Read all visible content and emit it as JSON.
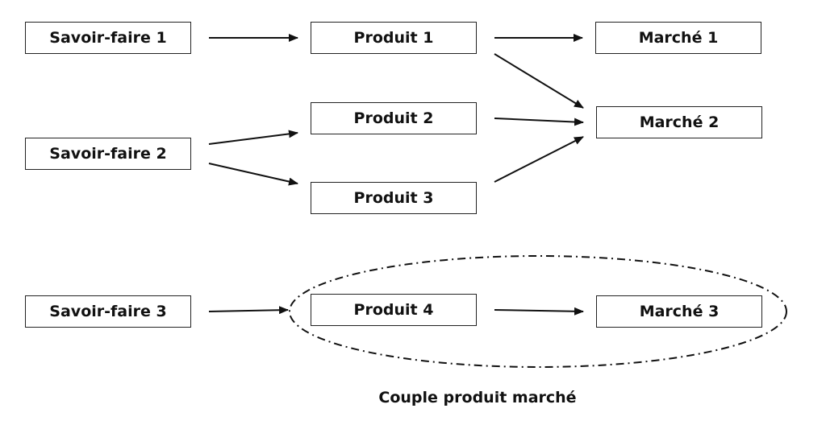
{
  "diagram": {
    "nodes": [
      {
        "id": "sf1",
        "label": "Savoir-faire 1"
      },
      {
        "id": "sf2",
        "label": "Savoir-faire 2"
      },
      {
        "id": "sf3",
        "label": "Savoir-faire 3"
      },
      {
        "id": "p1",
        "label": "Produit 1"
      },
      {
        "id": "p2",
        "label": "Produit 2"
      },
      {
        "id": "p3",
        "label": "Produit 3"
      },
      {
        "id": "p4",
        "label": "Produit 4"
      },
      {
        "id": "m1",
        "label": "Marché 1"
      },
      {
        "id": "m2",
        "label": "Marché 2"
      },
      {
        "id": "m3",
        "label": "Marché 3"
      }
    ],
    "edges": [
      {
        "from": "sf1",
        "to": "p1"
      },
      {
        "from": "sf2",
        "to": "p2"
      },
      {
        "from": "sf2",
        "to": "p3"
      },
      {
        "from": "sf3",
        "to": "p4"
      },
      {
        "from": "p1",
        "to": "m1"
      },
      {
        "from": "p1",
        "to": "m2"
      },
      {
        "from": "p2",
        "to": "m2"
      },
      {
        "from": "p3",
        "to": "m2"
      },
      {
        "from": "p4",
        "to": "m3"
      }
    ],
    "group": {
      "members": [
        "p4",
        "m3"
      ],
      "style": "dash-dot ellipse"
    },
    "caption": "Couple produit marché",
    "colors": {
      "stroke": "#111111",
      "box_border": "#222222",
      "background": "#ffffff"
    }
  }
}
